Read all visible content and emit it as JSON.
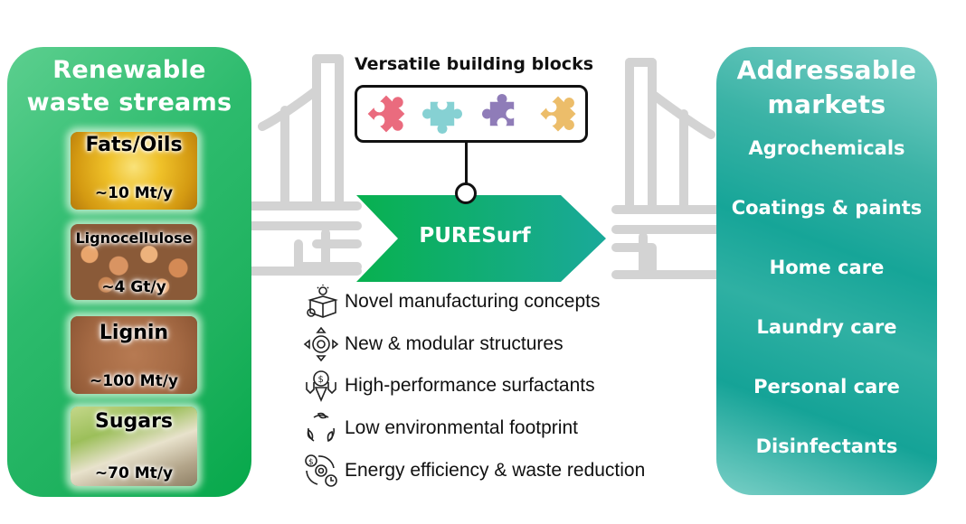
{
  "left_panel": {
    "title_line1": "Renewable",
    "title_line2": "waste streams",
    "color": "#2dbb6d",
    "streams": [
      {
        "name": "Fats/Oils",
        "amount": "~10 Mt/y"
      },
      {
        "name": "Lignocellulose",
        "amount": "~4 Gt/y"
      },
      {
        "name": "Lignin",
        "amount": "~100 Mt/y"
      },
      {
        "name": "Sugars",
        "amount": "~70 Mt/y"
      }
    ]
  },
  "center": {
    "building_blocks_title": "Versatile building blocks",
    "puzzle_colors": [
      "#ea6b7e",
      "#86d1d3",
      "#8f7cb8",
      "#ecbd6a"
    ],
    "platform_name": "PURESurf",
    "features": [
      {
        "icon": "lightbulb-box-gear-icon",
        "label": "Novel manufacturing concepts"
      },
      {
        "icon": "gear-arrows-icon",
        "label": "New & modular structures"
      },
      {
        "icon": "dollar-coin-arrows-icon",
        "label": "High-performance surfactants"
      },
      {
        "icon": "leaf-cycle-icon",
        "label": "Low environmental footprint"
      },
      {
        "icon": "dollar-gear-clock-cycle-icon",
        "label": "Energy efficiency & waste reduction"
      }
    ]
  },
  "right_panel": {
    "title_line1": "Addressable",
    "title_line2": "markets",
    "color": "#16a598",
    "markets": [
      "Agrochemicals",
      "Coatings & paints",
      "Home care",
      "Laundry care",
      "Personal care",
      "Disinfectants"
    ]
  }
}
